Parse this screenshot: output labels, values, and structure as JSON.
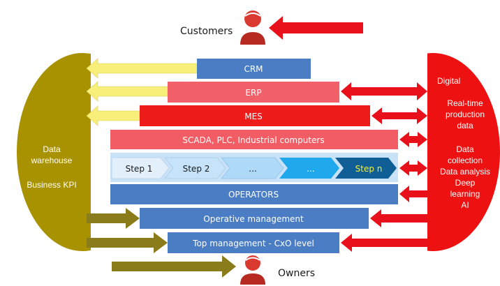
{
  "top_label": "Customers",
  "bottom_label": "Owners",
  "layers": {
    "crm": "CRM",
    "erp": "ERP",
    "mes": "MES",
    "scada": "SCADA, PLC, Industrial computers",
    "operators": "OPERATORS",
    "operative": "Operative management",
    "top_mgmt": "Top management - CxO level"
  },
  "steps": [
    "Step 1",
    "Step 2",
    "...",
    "...",
    "Step n"
  ],
  "left_panel": {
    "line1": "Data",
    "line2": "warehouse",
    "line3": "Business KPI"
  },
  "right_panel": [
    "Digital",
    "Real-time",
    "production",
    "data",
    "Data",
    "collection",
    "Data analysis",
    "Deep",
    "learning",
    "AI"
  ],
  "colors": {
    "left_panel": "#a89200",
    "right_panel": "#ee1111",
    "blue_box": "#4a7dc4",
    "erp_box": "#f2606a",
    "mes_box": "#ee1b1b",
    "scada_box": "#f25c64",
    "yellow_arrow": "#f8ef7a",
    "olive_arrow": "#8a7c1b",
    "red_arrow": "#e8101a",
    "person_head": "#d9392f",
    "person_body": "#b72a22"
  }
}
